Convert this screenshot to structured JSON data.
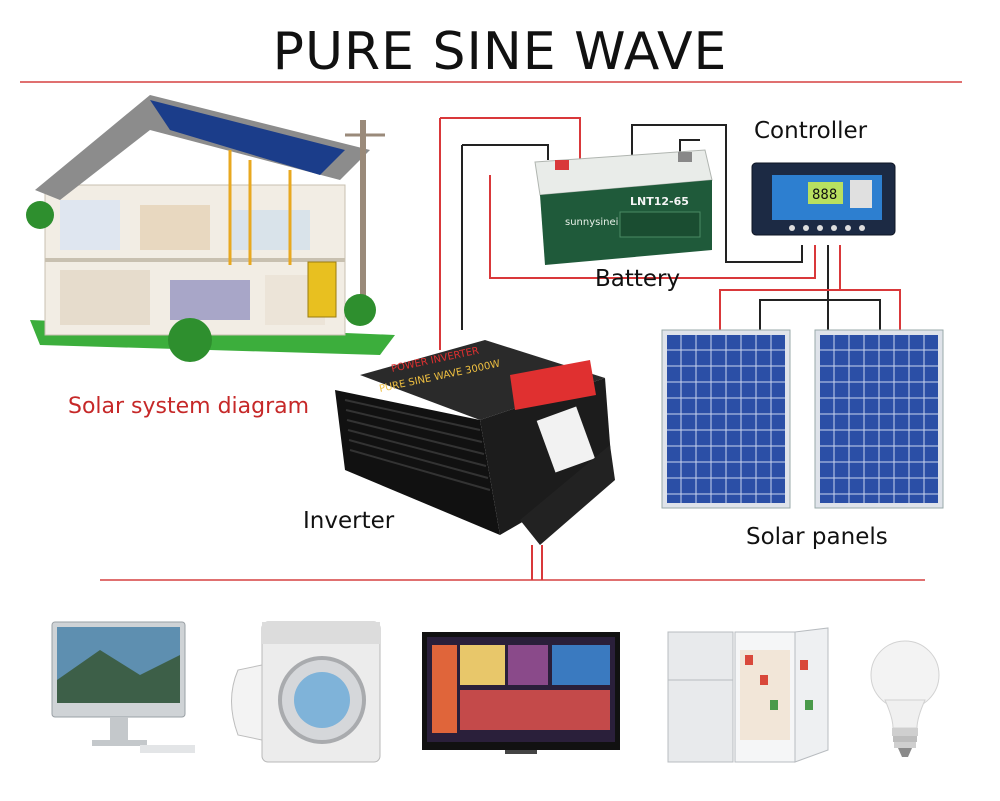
{
  "title": "PURE SINE WAVE",
  "labels": {
    "controller": "Controller",
    "battery": "Battery",
    "solar_system_diagram": "Solar system diagram",
    "inverter": "Inverter",
    "solar_panels": "Solar panels"
  },
  "product_text": {
    "inverter_brand": "POWER INVERTER",
    "inverter_model": "PURE SINE WAVE 3000W",
    "battery_brand": "sunnysinei",
    "battery_model": "LNT12-65",
    "controller_display": "888"
  },
  "appliances": [
    "computer-monitor",
    "washing-machine",
    "television",
    "refrigerator",
    "light-bulb"
  ],
  "colors": {
    "wire_red": "#d9383a",
    "wire_black": "#222222",
    "panel_blue": "#2b4fa6",
    "battery_green": "#1f5a3a",
    "divider_red": "#e07070"
  }
}
